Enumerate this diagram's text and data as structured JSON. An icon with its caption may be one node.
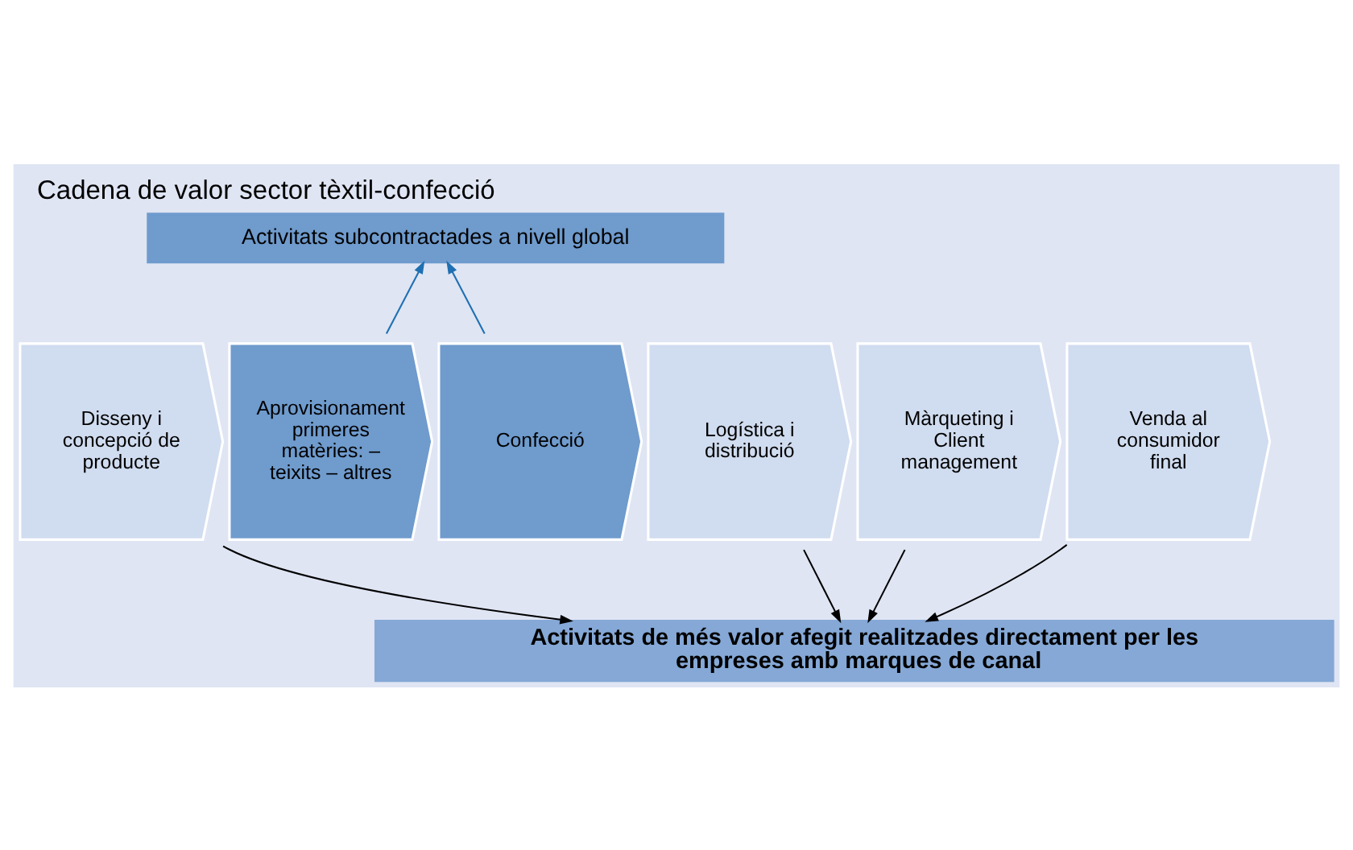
{
  "diagram": {
    "title": "Cadena de valor sector tèxtil-confecció",
    "nodes": [
      {
        "text": [
          "Activitats subcontractades a nivell global"
        ]
      },
      {
        "text": [
          "Disseny i concepció de producte"
        ]
      },
      {
        "text": [
          "Aprovisionament primeres matèries: – teixits – altres"
        ]
      },
      {
        "text": [
          "Confecció"
        ]
      },
      {
        "text": [
          "Logística i distribució"
        ]
      },
      {
        "text": [
          "Màrqueting i Client management"
        ]
      },
      {
        "text": [
          "Venda al consumidor final"
        ]
      },
      {
        "text": [
          "Activitats de més valor afegit realitzades directament per les empreses amb marques de canal"
        ]
      }
    ],
    "edges": [
      {
        "from": 2,
        "to": 0,
        "arrow": "to",
        "color": "#1f6fb2"
      },
      {
        "from": 3,
        "to": 0,
        "arrow": "to",
        "color": "#1f6fb2"
      },
      {
        "from": 1,
        "to": 7,
        "arrow": "to"
      },
      {
        "from": 4,
        "to": 7,
        "arrow": "to"
      },
      {
        "from": 5,
        "to": 7,
        "arrow": "to"
      },
      {
        "from": 6,
        "to": 7,
        "arrow": "to"
      }
    ]
  }
}
